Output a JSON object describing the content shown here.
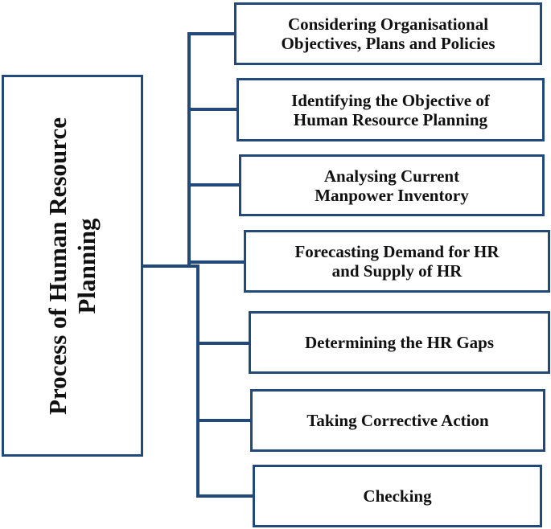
{
  "diagram": {
    "root": {
      "line1": "Process of Human Resource",
      "line2": "Planning"
    },
    "steps": [
      {
        "line1": "Considering Organisational",
        "line2": "Objectives, Plans and Policies"
      },
      {
        "line1": "Identifying the Objective of",
        "line2": "Human Resource Planning"
      },
      {
        "line1": "Analysing Current",
        "line2": "Manpower Inventory"
      },
      {
        "line1": "Forecasting Demand for HR",
        "line2": "and Supply of HR"
      },
      {
        "line1": "Determining the HR Gaps",
        "line2": ""
      },
      {
        "line1": "Taking Corrective Action",
        "line2": ""
      },
      {
        "line1": "Checking",
        "line2": ""
      }
    ],
    "colors": {
      "border": "#23487a",
      "text": "#111111",
      "background": "#ffffff"
    }
  }
}
